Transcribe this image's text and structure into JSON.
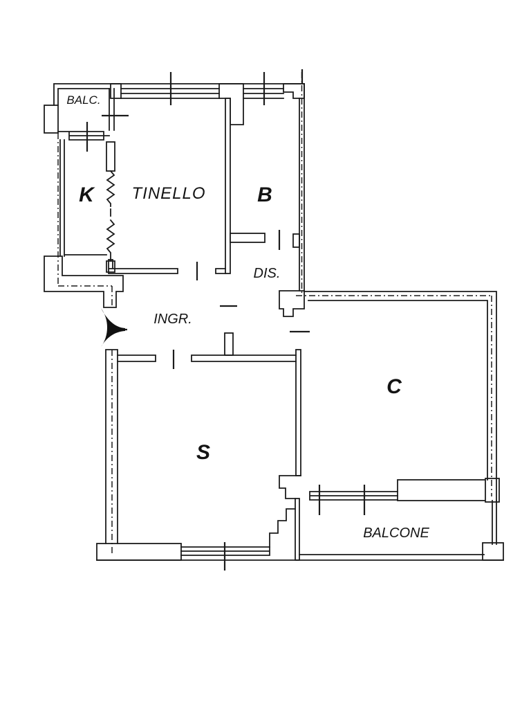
{
  "page": {
    "background_color": "#ffffff",
    "line_color": "#1b1b1b"
  },
  "rooms": {
    "balc": {
      "label": "BALC."
    },
    "kitchen": {
      "label": "K"
    },
    "tinello": {
      "label": "TINELLO"
    },
    "bath": {
      "label": "B"
    },
    "dis": {
      "label": "DIS."
    },
    "ingresso": {
      "label": "INGR."
    },
    "soggiorno": {
      "label": "S"
    },
    "camera": {
      "label": "C"
    },
    "balcone": {
      "label": "BALCONE"
    }
  }
}
